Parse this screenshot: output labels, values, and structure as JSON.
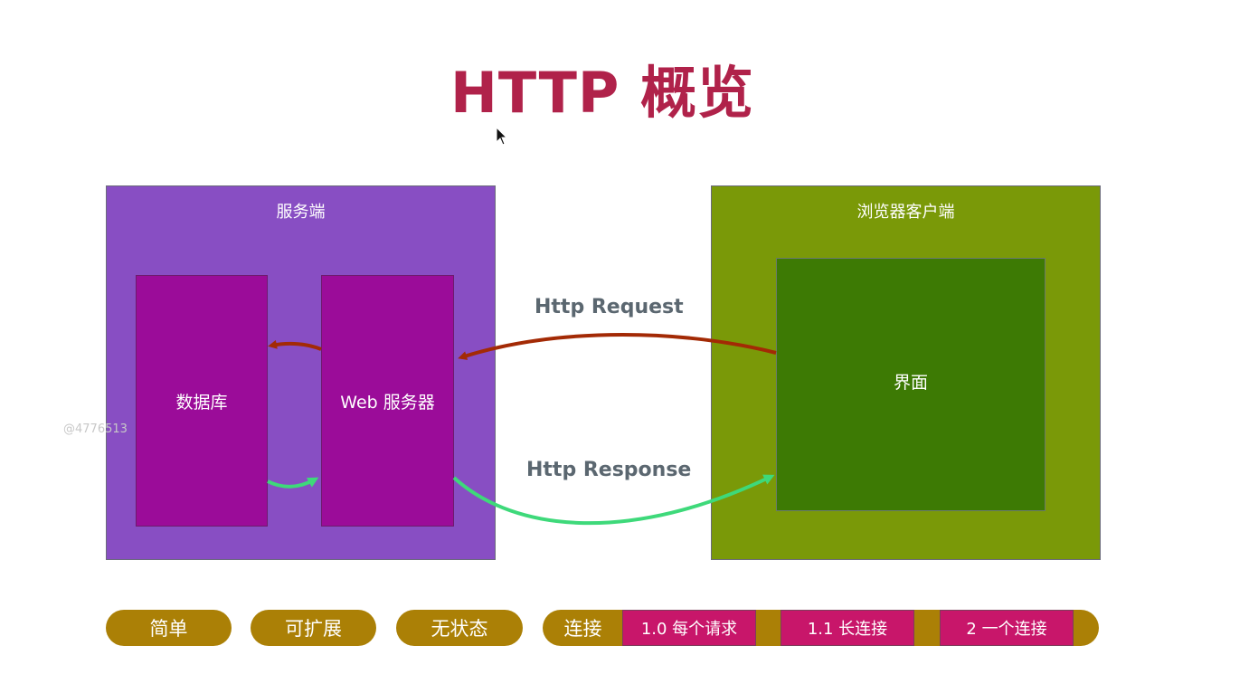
{
  "title": "HTTP 概览",
  "server": {
    "title": "服务端",
    "database_label": "数据库",
    "web_server_label": "Web 服务器"
  },
  "client": {
    "title": "浏览器客户端",
    "ui_label": "界面"
  },
  "arrows": {
    "request_label": "Http Request",
    "response_label": "Http Response",
    "request_color": "#a32a05",
    "response_color": "#3ed97a"
  },
  "watermark": "@4776513",
  "features": [
    "简单",
    "可扩展",
    "无状态"
  ],
  "connection": {
    "label": "连接",
    "versions": [
      "1.0 每个请求",
      "1.1 长连接",
      "2 一个连接"
    ]
  },
  "colors": {
    "title": "#b0224a",
    "server_bg": "#884ec3",
    "client_bg": "#7a9908",
    "box_bg": "#9b0c99",
    "ui_bg": "#3d7a04",
    "pill_bg": "#ab8006",
    "version_bg": "#c8166a"
  }
}
